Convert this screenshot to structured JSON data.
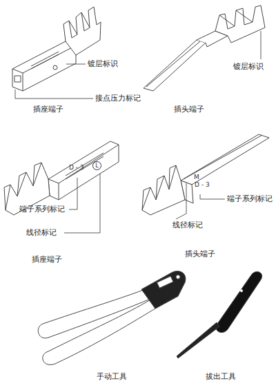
{
  "diagram": {
    "labels": [
      "镀层标识",
      "镀层标识",
      "接点压力标记",
      "插座端子",
      "插头端子",
      "D - 3",
      "L",
      "M",
      "D - 3",
      "端子系列标记",
      "线径标记",
      "插座端子",
      "端子系列标记",
      "线径标记",
      "插头端子",
      "手动工具",
      "拔出工具"
    ]
  }
}
